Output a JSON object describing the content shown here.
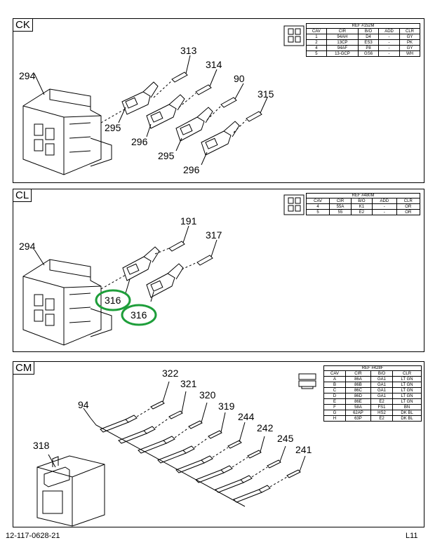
{
  "panels": [
    {
      "tag": "CK",
      "ref": {
        "title": "REF #152M",
        "headers": [
          "CAV",
          "CIR",
          "B/O",
          "ADD",
          "CLR"
        ],
        "rows": [
          [
            "1",
            "94AH",
            "D4",
            "-",
            "GY"
          ],
          [
            "2",
            "13CP",
            "ES3",
            "-",
            "PK"
          ],
          [
            "4",
            "94AF",
            "P8",
            "-",
            "GY"
          ],
          [
            "5",
            "13-GCP",
            "GS6",
            "-",
            "WH"
          ]
        ]
      },
      "callouts": [
        "294",
        "313",
        "314",
        "90",
        "315",
        "295",
        "296",
        "295",
        "296"
      ]
    },
    {
      "tag": "CL",
      "ref": {
        "title": "REF #480M",
        "headers": [
          "CAV",
          "CIR",
          "B/O",
          "ADD",
          "CLR"
        ],
        "rows": [
          [
            "4",
            "55A",
            "K1",
            "-",
            "OR"
          ],
          [
            "5",
            "55",
            "E2",
            "-",
            "OR"
          ]
        ]
      },
      "callouts": [
        "294",
        "191",
        "317",
        "316",
        "316"
      ]
    },
    {
      "tag": "CM",
      "ref": {
        "title": "REF #428F",
        "headers": [
          "CAV",
          "CIR",
          "B/O",
          "CLR"
        ],
        "rows": [
          [
            "A",
            "86A",
            "GA1",
            "LT GN"
          ],
          [
            "B",
            "86B",
            "GA1",
            "LT GN"
          ],
          [
            "C",
            "86C",
            "GA1",
            "LT GN"
          ],
          [
            "D",
            "86D",
            "GA1",
            "LT GN"
          ],
          [
            "E",
            "86E",
            "E2",
            "LT GN"
          ],
          [
            "F",
            "58A",
            "FS1",
            "BN"
          ],
          [
            "G",
            "62AP",
            "HS2",
            "DK BL"
          ],
          [
            "H",
            "63P",
            "E2",
            "DK BL"
          ]
        ]
      },
      "callouts": [
        "322",
        "321",
        "320",
        "319",
        "244",
        "242",
        "245",
        "241",
        "94",
        "318"
      ]
    }
  ],
  "footer": {
    "left": "12-117-0628-21",
    "right": "L11"
  },
  "highlight_color": "#1e9e3a"
}
